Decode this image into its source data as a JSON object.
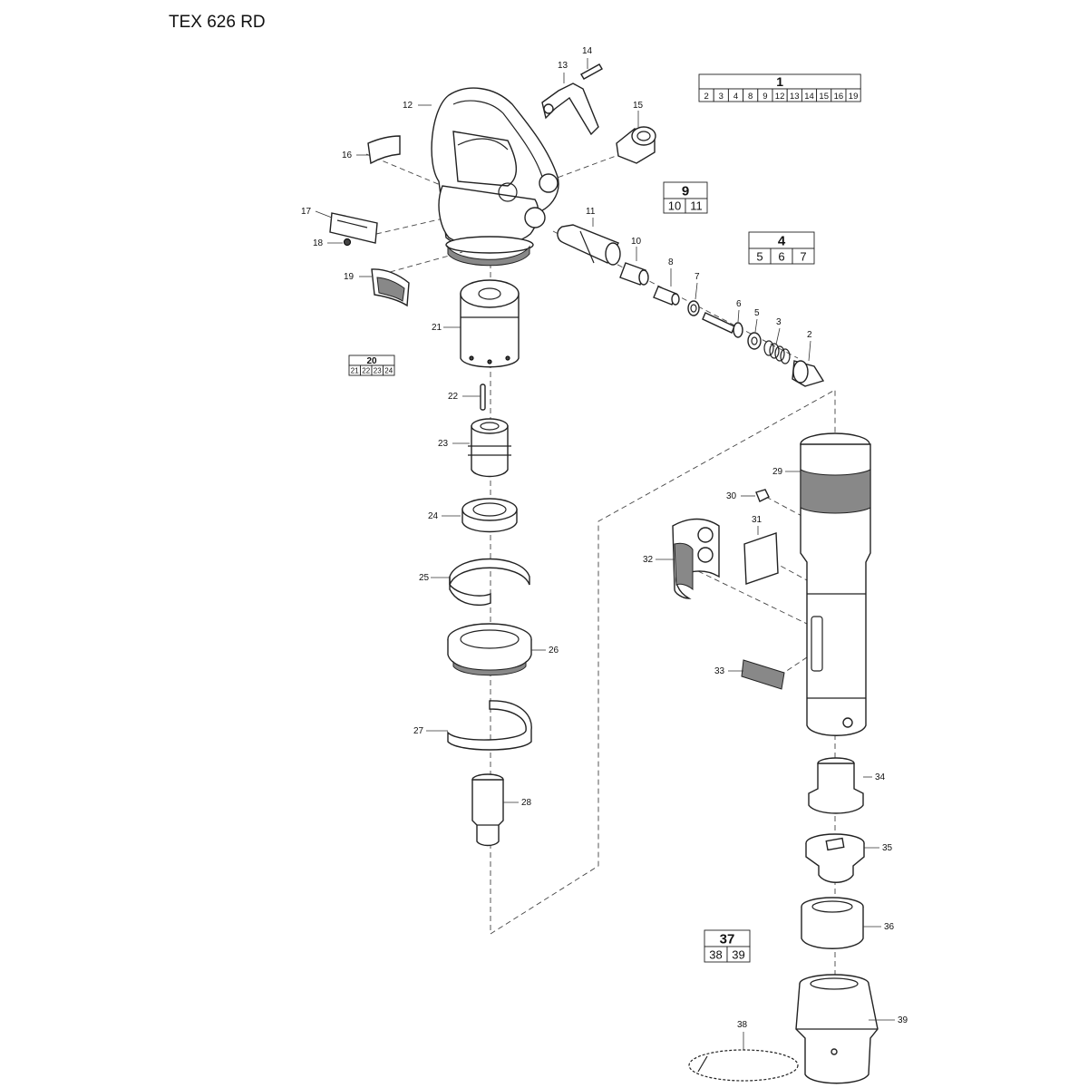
{
  "title": "TEX 626 RD",
  "callouts": [
    {
      "id": "c2",
      "label": "2"
    },
    {
      "id": "c3",
      "label": "3"
    },
    {
      "id": "c5",
      "label": "5"
    },
    {
      "id": "c6",
      "label": "6"
    },
    {
      "id": "c7",
      "label": "7"
    },
    {
      "id": "c8",
      "label": "8"
    },
    {
      "id": "c10",
      "label": "10"
    },
    {
      "id": "c11",
      "label": "11"
    },
    {
      "id": "c12",
      "label": "12"
    },
    {
      "id": "c13",
      "label": "13"
    },
    {
      "id": "c14",
      "label": "14"
    },
    {
      "id": "c15",
      "label": "15"
    },
    {
      "id": "c16",
      "label": "16"
    },
    {
      "id": "c17",
      "label": "17"
    },
    {
      "id": "c18",
      "label": "18"
    },
    {
      "id": "c19",
      "label": "19"
    },
    {
      "id": "c21",
      "label": "21"
    },
    {
      "id": "c22",
      "label": "22"
    },
    {
      "id": "c23",
      "label": "23"
    },
    {
      "id": "c24",
      "label": "24"
    },
    {
      "id": "c25",
      "label": "25"
    },
    {
      "id": "c26",
      "label": "26"
    },
    {
      "id": "c27",
      "label": "27"
    },
    {
      "id": "c28",
      "label": "28"
    },
    {
      "id": "c29",
      "label": "29"
    },
    {
      "id": "c30",
      "label": "30"
    },
    {
      "id": "c31",
      "label": "31"
    },
    {
      "id": "c32",
      "label": "32"
    },
    {
      "id": "c33",
      "label": "33"
    },
    {
      "id": "c34",
      "label": "34"
    },
    {
      "id": "c35",
      "label": "35"
    },
    {
      "id": "c36",
      "label": "36"
    },
    {
      "id": "c38",
      "label": "38"
    },
    {
      "id": "c39",
      "label": "39"
    }
  ],
  "kits": [
    {
      "id": "kit1",
      "head": "1",
      "items": [
        "2",
        "3",
        "4",
        "8",
        "9",
        "12",
        "13",
        "14",
        "15",
        "16",
        "19"
      ]
    },
    {
      "id": "kit9",
      "head": "9",
      "items": [
        "10",
        "11"
      ]
    },
    {
      "id": "kit4",
      "head": "4",
      "items": [
        "5",
        "6",
        "7"
      ]
    },
    {
      "id": "kit20",
      "head": "20",
      "items": [
        "21",
        "22",
        "23",
        "24"
      ]
    },
    {
      "id": "kit37",
      "head": "37",
      "items": [
        "38",
        "39"
      ]
    }
  ]
}
